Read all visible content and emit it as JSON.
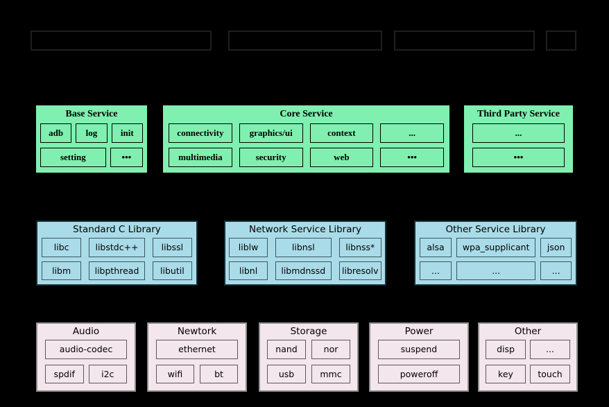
{
  "colors": {
    "background": "#000000",
    "service_bg": "#7ff0b0",
    "library_bg": "#a9dce8",
    "driver_bg": "#f3e6ec"
  },
  "top_row": {
    "boxes": [
      "",
      "",
      "",
      ""
    ]
  },
  "layers": {
    "service": {
      "groups": [
        {
          "title": "Base Service",
          "rows": [
            [
              "adb",
              "log",
              "init"
            ],
            [
              "setting",
              "•••"
            ]
          ]
        },
        {
          "title": "Core Service",
          "rows": [
            [
              "connectivity",
              "graphics/ui",
              "context",
              "..."
            ],
            [
              "multimedia",
              "security",
              "web",
              "•••"
            ]
          ]
        },
        {
          "title": "Third Party Service",
          "rows": [
            [
              "..."
            ],
            [
              "•••"
            ]
          ]
        }
      ]
    },
    "library": {
      "groups": [
        {
          "title": "Standard C Library",
          "rows": [
            [
              "libc",
              "libstdc++",
              "libssl"
            ],
            [
              "libm",
              "libpthread",
              "libutil"
            ]
          ]
        },
        {
          "title": "Network Service Library",
          "rows": [
            [
              "liblw",
              "libnsl",
              "libnss*"
            ],
            [
              "libnl",
              "libmdnssd",
              "libresolv"
            ]
          ]
        },
        {
          "title": "Other Service Library",
          "rows": [
            [
              "alsa",
              "wpa_supplicant",
              "json"
            ],
            [
              "...",
              "...",
              "..."
            ]
          ]
        }
      ]
    },
    "driver": {
      "groups": [
        {
          "title": "Audio",
          "rows": [
            [
              "audio-codec"
            ],
            [
              "spdif",
              "i2c"
            ]
          ]
        },
        {
          "title": "Newtork",
          "rows": [
            [
              "ethernet"
            ],
            [
              "wifi",
              "bt"
            ]
          ]
        },
        {
          "title": "Storage",
          "rows": [
            [
              "nand",
              "nor"
            ],
            [
              "usb",
              "mmc"
            ]
          ]
        },
        {
          "title": "Power",
          "rows": [
            [
              "suspend"
            ],
            [
              "poweroff"
            ]
          ]
        },
        {
          "title": "Other",
          "rows": [
            [
              "disp",
              "..."
            ],
            [
              "key",
              "touch"
            ]
          ]
        }
      ]
    }
  }
}
